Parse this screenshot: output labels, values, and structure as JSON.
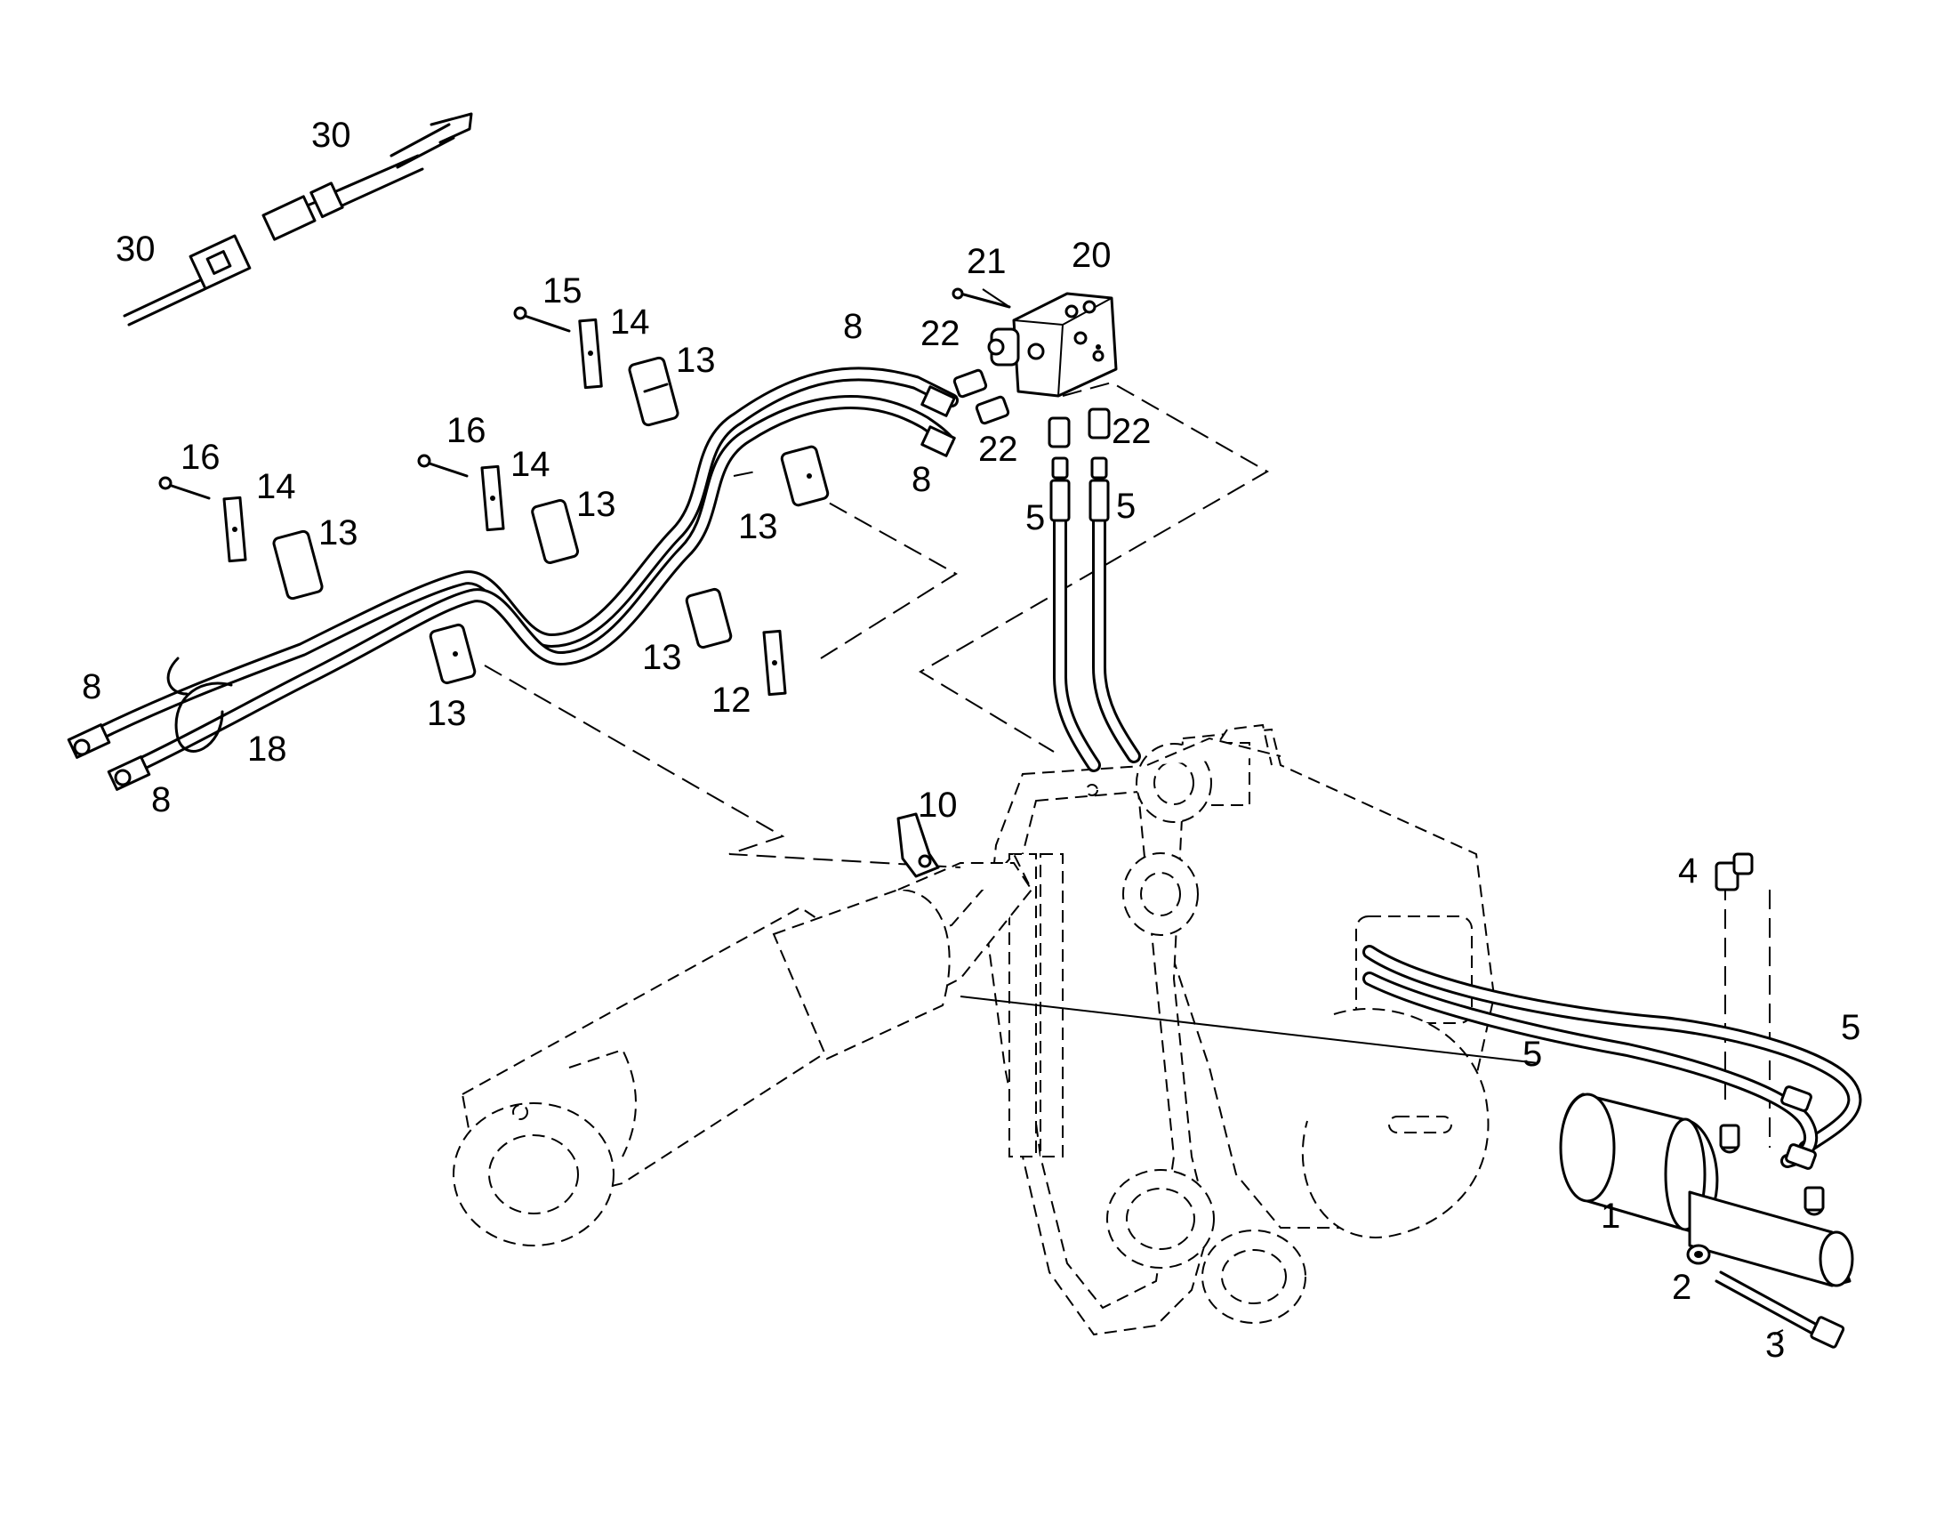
{
  "labels": {
    "l30a": "30",
    "l30b": "30",
    "l21": "21",
    "l20": "20",
    "l15": "15",
    "l14a": "14",
    "l13a": "13",
    "l8a": "8",
    "l22a": "22",
    "l16a": "16",
    "l14b": "14",
    "l13b": "13",
    "l22b": "22",
    "l22c": "22",
    "l8b": "8",
    "l16b": "16",
    "l14c": "14",
    "l13c": "13",
    "l13d": "13",
    "l5a": "5",
    "l5b": "5",
    "l13e": "13",
    "l12": "12",
    "l8c": "8",
    "l13f": "13",
    "l18": "18",
    "l8d": "8",
    "l10": "10",
    "l4": "4",
    "l5c": "5",
    "l5d": "5",
    "l1": "1",
    "l2": "2",
    "l3": "3"
  }
}
